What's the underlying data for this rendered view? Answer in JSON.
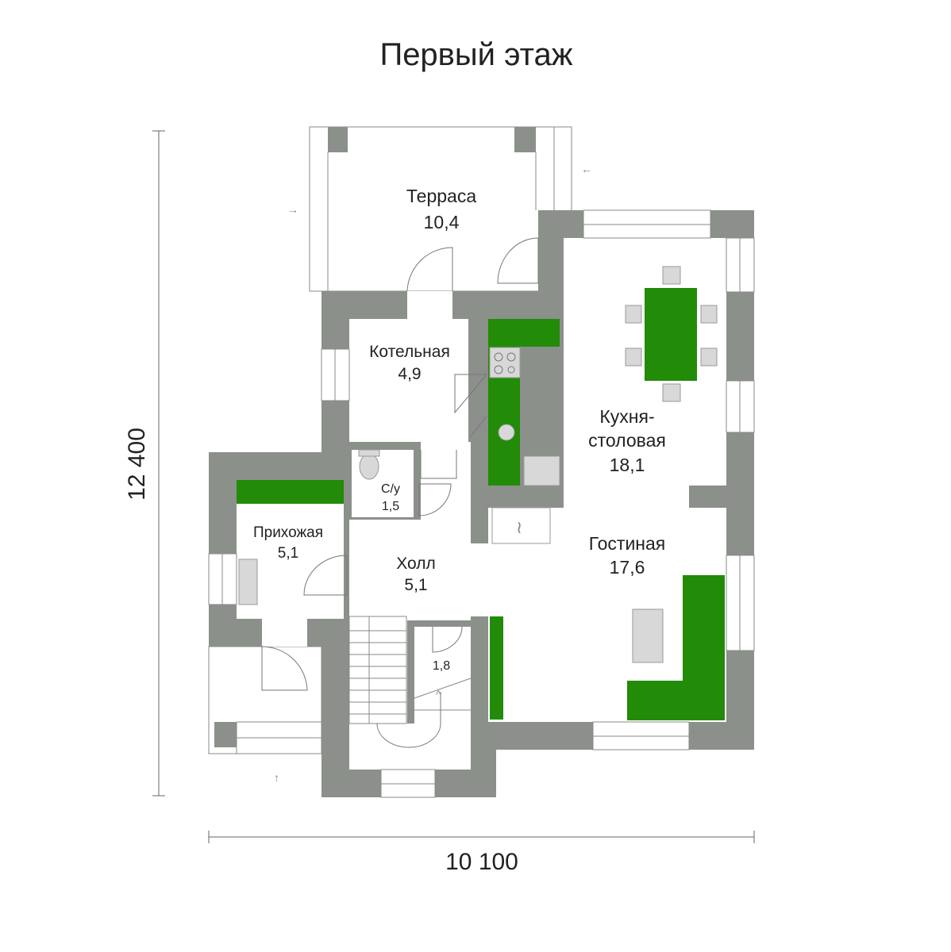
{
  "title": "Первый этаж",
  "dimensions": {
    "height": "12 400",
    "width": "10 100"
  },
  "rooms": {
    "terrace": {
      "name": "Терраса",
      "area": "10,4"
    },
    "boiler": {
      "name": "Котельная",
      "area": "4,9"
    },
    "kitchen": {
      "name1": "Кухня-",
      "name2": "столовая",
      "area": "18,1"
    },
    "wc": {
      "name": "С/у",
      "area": "1,5"
    },
    "entry": {
      "name": "Прихожая",
      "area": "5,1"
    },
    "hall": {
      "name": "Холл",
      "area": "5,1"
    },
    "living": {
      "name": "Гостиная",
      "area": "17,6"
    },
    "storage": {
      "area": "1,8"
    }
  },
  "colors": {
    "wall": "#8b908a",
    "furniture_accent": "#228b08",
    "furniture": "#d8d8d8"
  }
}
